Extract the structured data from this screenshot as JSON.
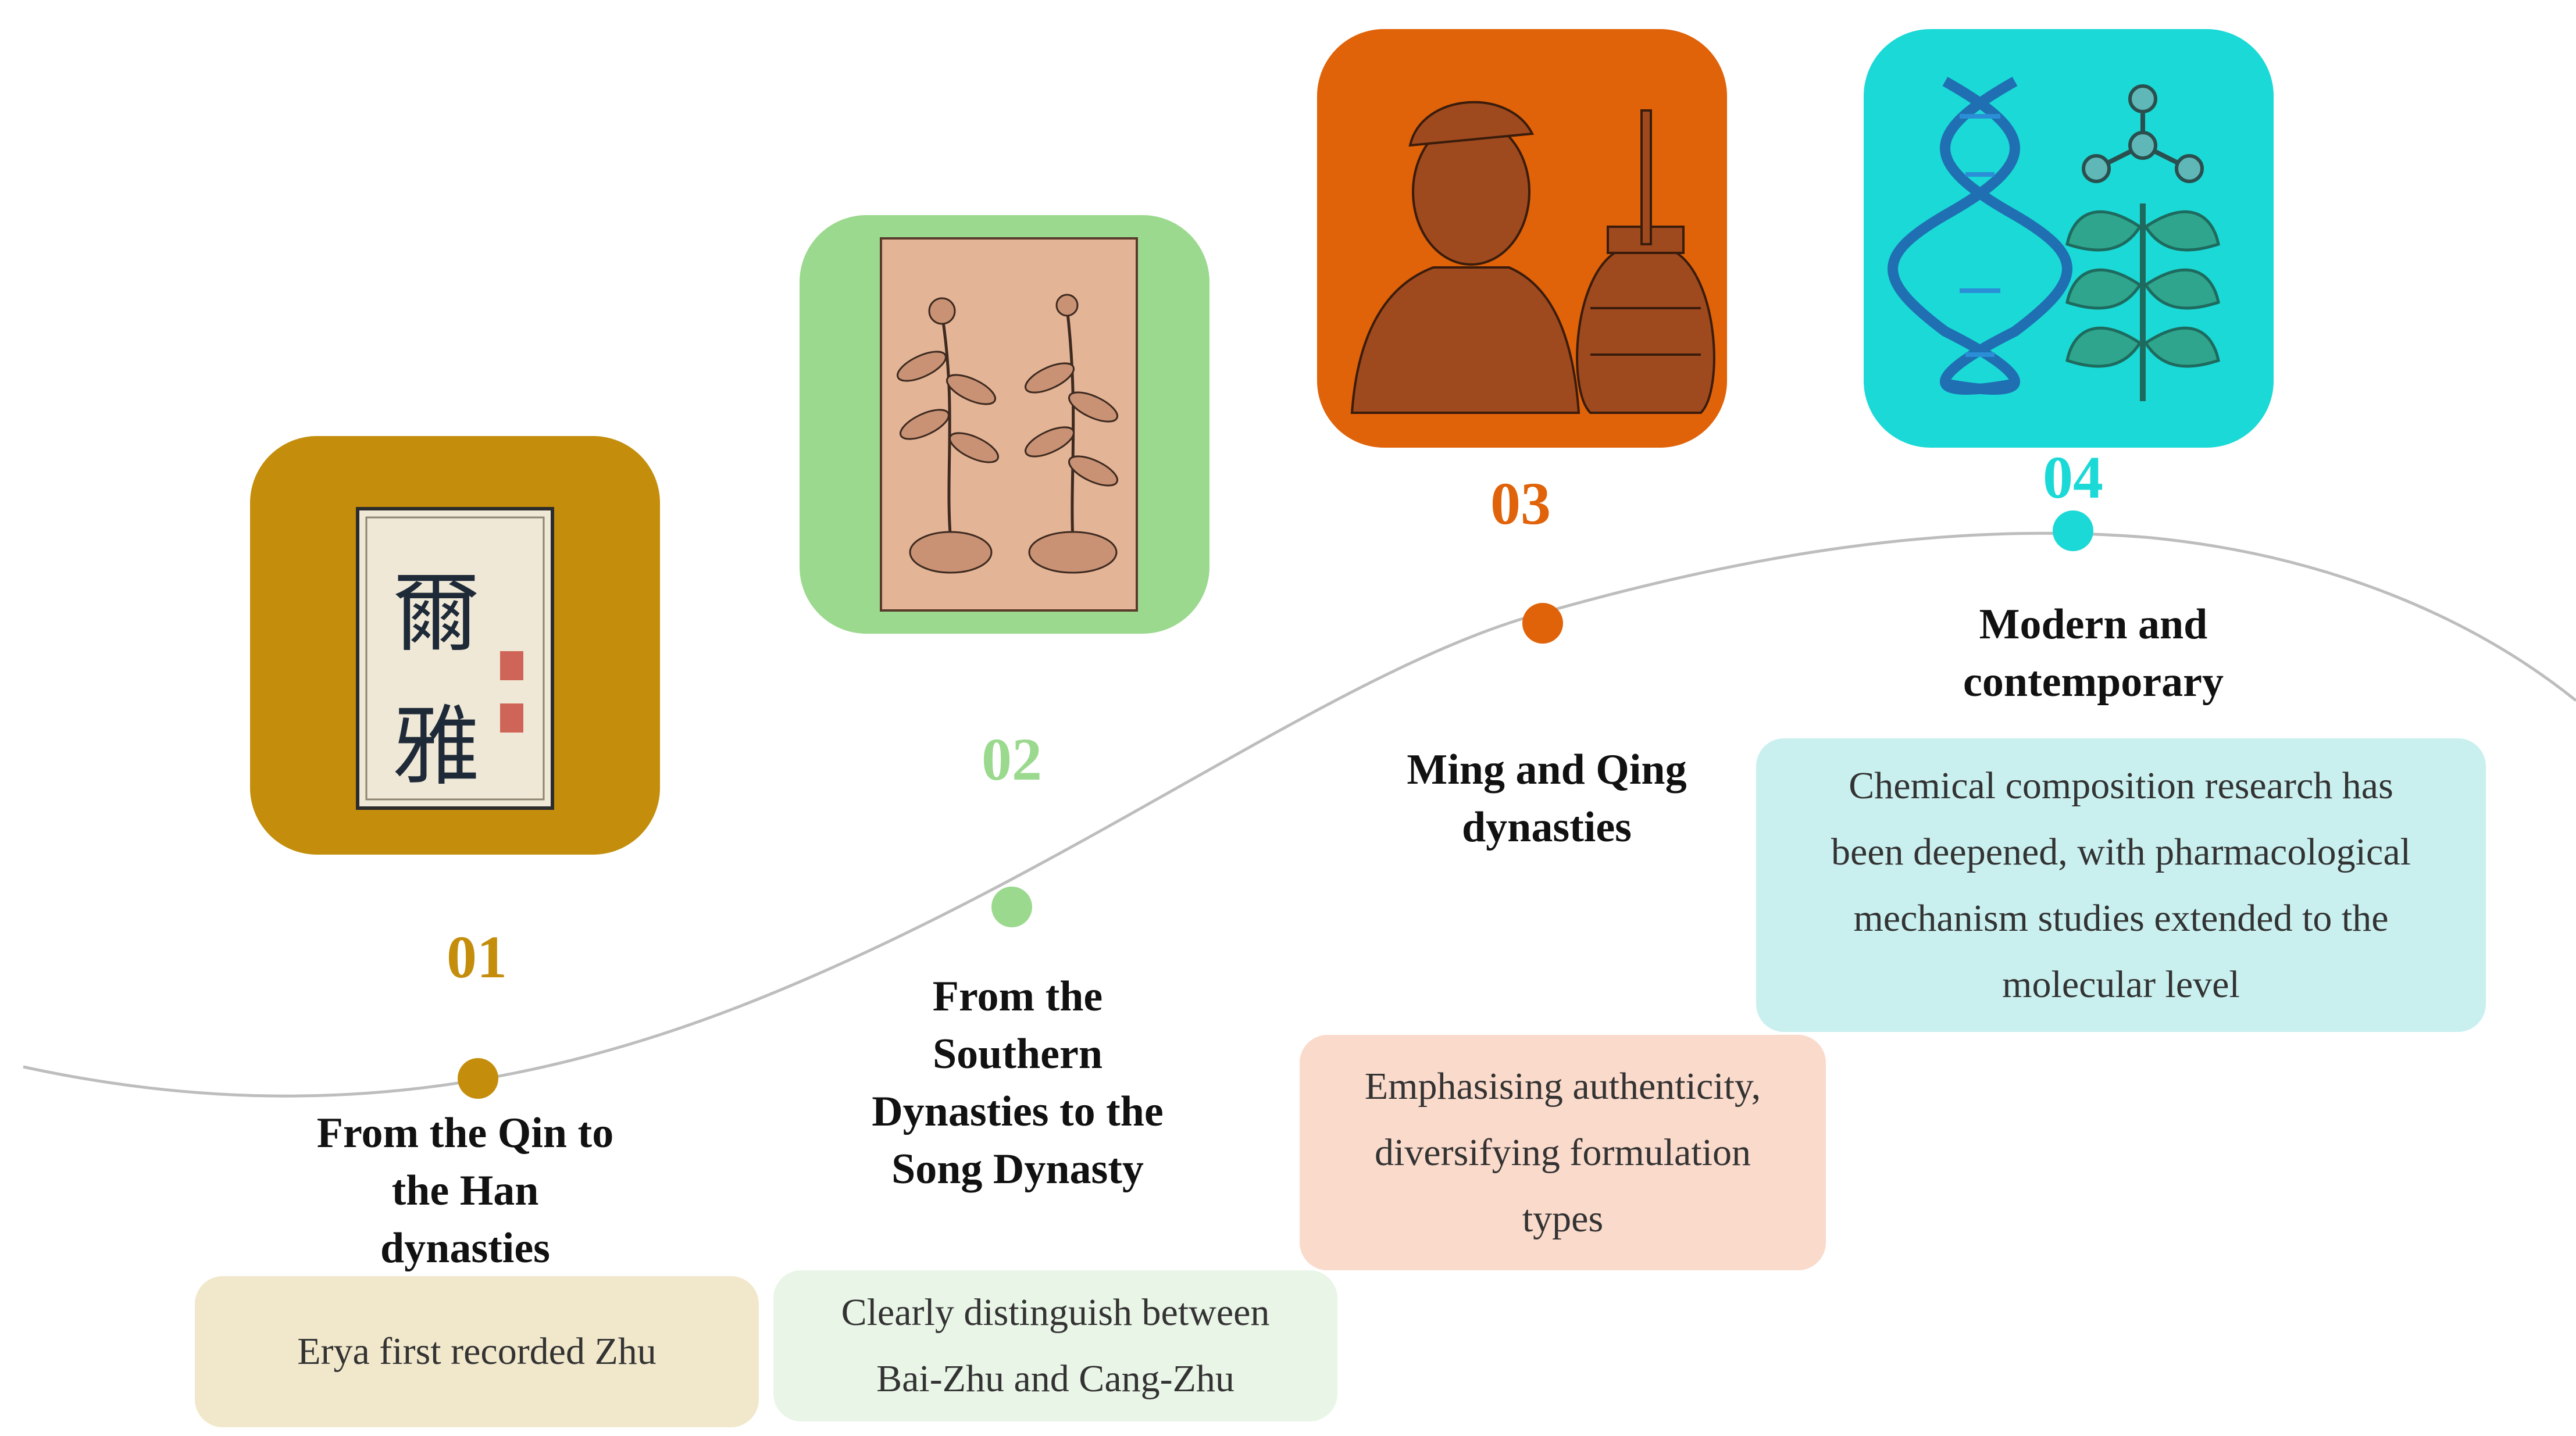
{
  "colors": {
    "s1": "#C48E0C",
    "s2": "#9BD98E",
    "s3": "#E06209",
    "s4": "#1BD9D6",
    "line": "#BDBDBD",
    "box1": "#F1E8CC",
    "box2": "#E9F5E6",
    "box3": "#FADACB",
    "box4": "#C9F0EF"
  },
  "stages": [
    {
      "number": "01",
      "era": "From the Qin to\nthe Han\ndynasties",
      "description": "Erya first recorded Zhu",
      "image_text": "爾 雅",
      "icon": "ancient-book-cover-icon"
    },
    {
      "number": "02",
      "era": "From the\nSouthern\nDynasties to the\nSong Dynasty",
      "description": "Clearly distinguish between\nBai-Zhu and Cang-Zhu",
      "icon": "herbal-woodcut-illustration-icon"
    },
    {
      "number": "03",
      "era": "Ming and Qing\ndynasties",
      "description": "Emphasising authenticity,\ndiversifying formulation\ntypes",
      "icon": "scholar-and-mortar-icon"
    },
    {
      "number": "04",
      "era": "Modern and\ncontemporary",
      "description": "Chemical composition research has\nbeen deepened, with pharmacological\nmechanism studies extended to the\nmolecular level",
      "icon": "dna-molecule-leaf-icon"
    }
  ]
}
